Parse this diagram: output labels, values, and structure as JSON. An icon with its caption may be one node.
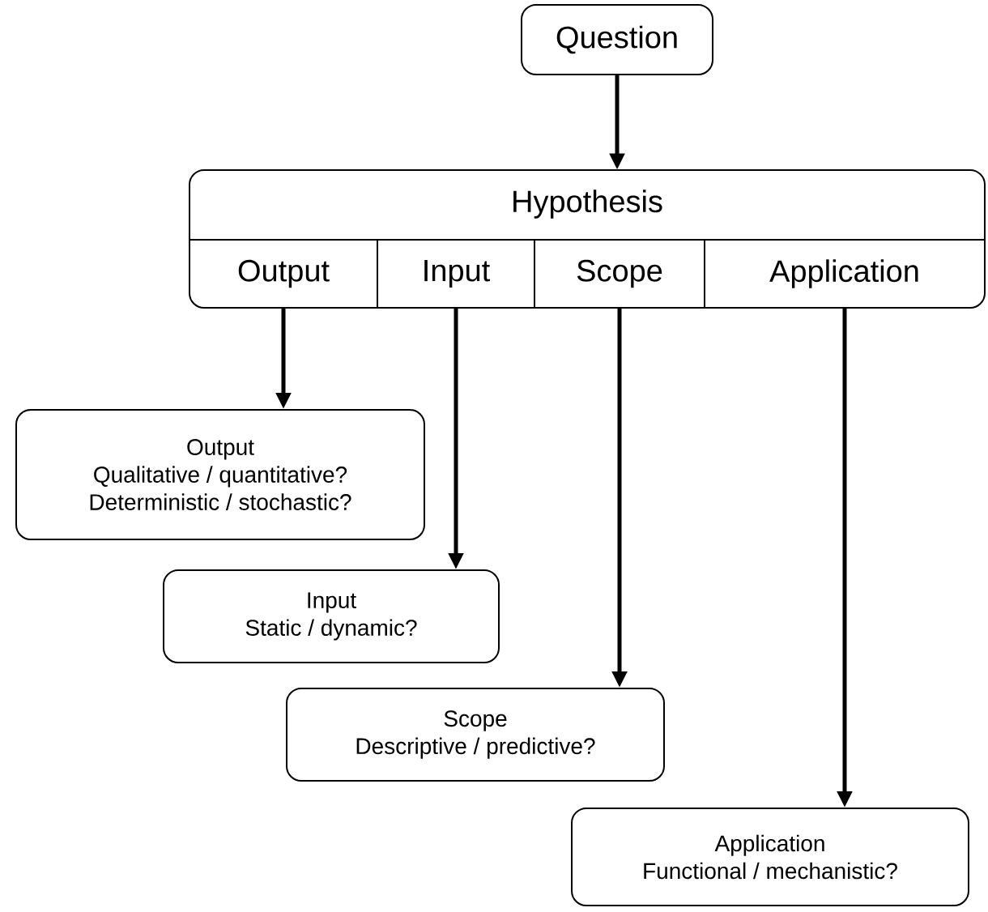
{
  "diagram": {
    "nodes": [
      {
        "text": [
          "Question"
        ]
      },
      {
        "text": [
          "Hypothesis"
        ]
      },
      {
        "text": [
          "Output"
        ],
        "in": 1
      },
      {
        "text": [
          "Input"
        ],
        "in": 1
      },
      {
        "text": [
          "Scope"
        ],
        "in": 1
      },
      {
        "text": [
          "Application"
        ],
        "in": 1
      },
      {
        "text": [
          "Output",
          "Qualitative / quantitative?",
          "Deterministic / stochastic?"
        ]
      },
      {
        "text": [
          "Input",
          "Static / dynamic?"
        ]
      },
      {
        "text": [
          "Scope",
          "Descriptive / predictive?"
        ]
      },
      {
        "text": [
          "Application",
          "Functional / mechanistic?"
        ]
      }
    ],
    "edges": [
      {
        "from": 0,
        "to": 1,
        "arrow": "to"
      },
      {
        "from": 2,
        "to": 6,
        "arrow": "to"
      },
      {
        "from": 3,
        "to": 7,
        "arrow": "to"
      },
      {
        "from": 4,
        "to": 8,
        "arrow": "to"
      },
      {
        "from": 5,
        "to": 9,
        "arrow": "to"
      }
    ]
  }
}
